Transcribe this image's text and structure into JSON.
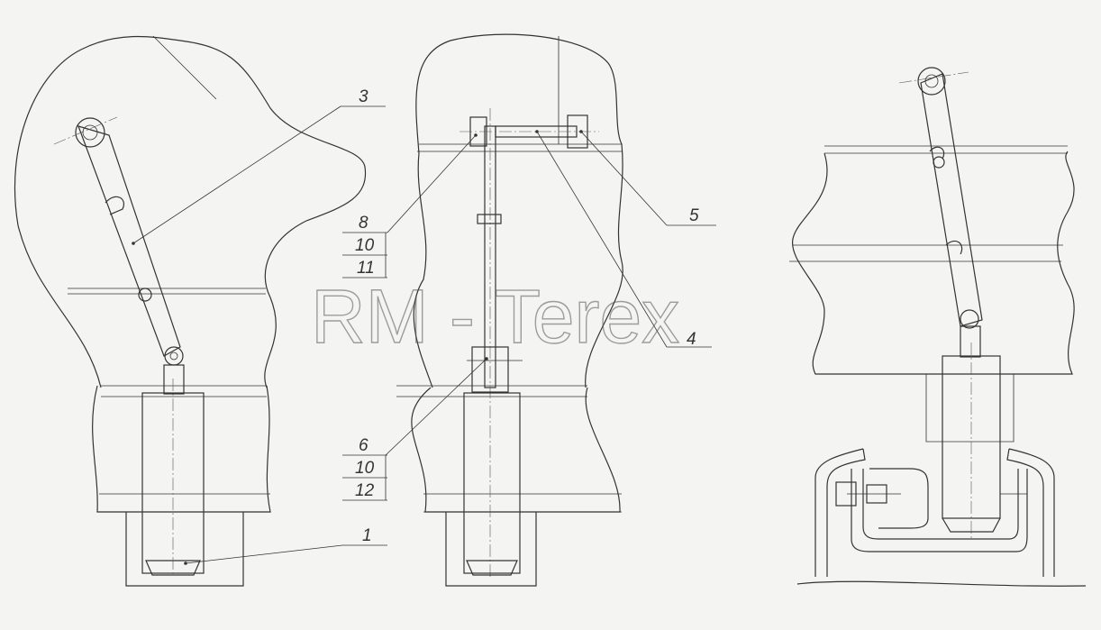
{
  "callouts": {
    "c1": "1",
    "c3": "3",
    "c4": "4",
    "c5": "5",
    "c6": "6",
    "c8": "8",
    "c10a": "10",
    "c11": "11",
    "c10b": "10",
    "c12": "12"
  },
  "watermark": "RM - Terex"
}
